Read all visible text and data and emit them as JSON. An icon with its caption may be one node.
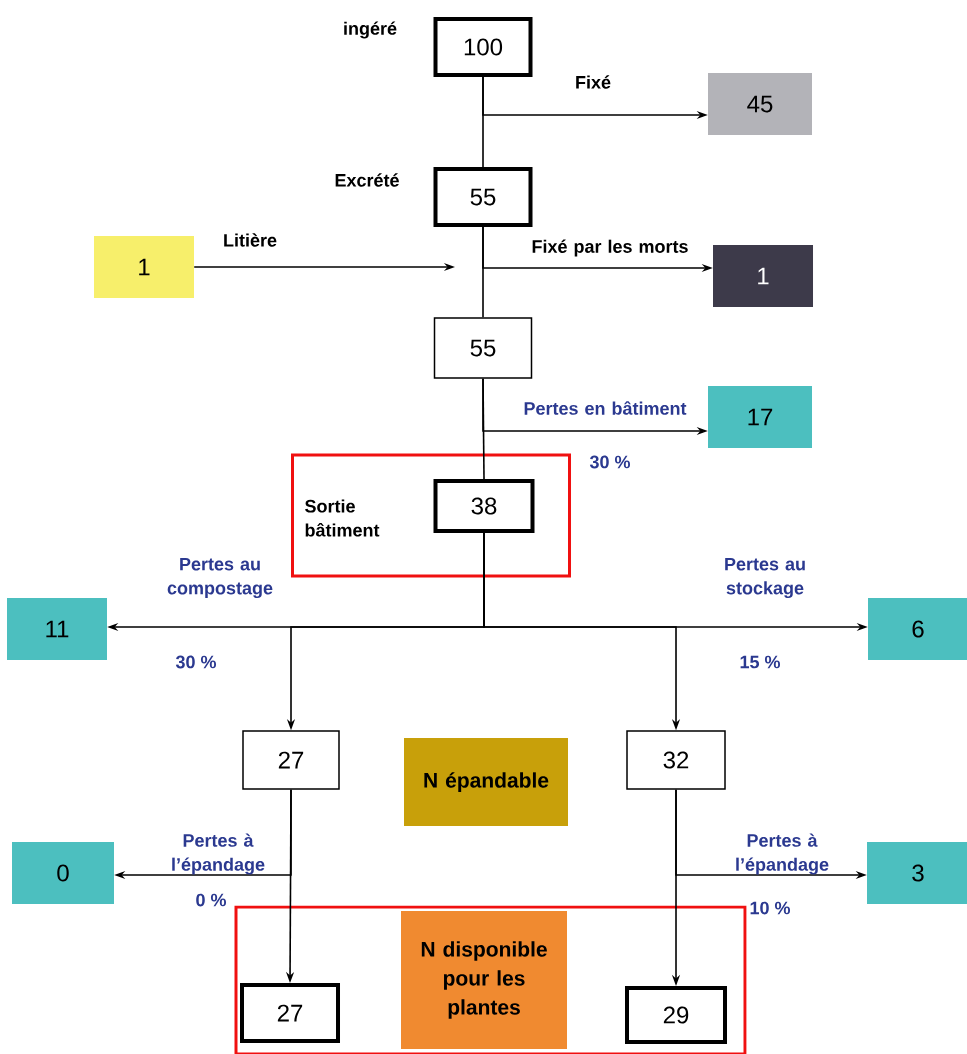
{
  "diagram": {
    "nodes": [
      {
        "text": [
          "100"
        ],
        "beside": [
          "ingéré"
        ]
      },
      {
        "text": [
          "45"
        ]
      },
      {
        "text": [
          "55"
        ],
        "beside": [
          "Excrété"
        ]
      },
      {
        "text": [
          "1"
        ]
      },
      {
        "text": [
          "1"
        ]
      },
      {
        "text": [
          "55"
        ]
      },
      {
        "text": [
          "17"
        ]
      },
      {
        "text": [
          "Sortie bâtiment"
        ]
      },
      {
        "text": [
          "38"
        ],
        "in": 7
      },
      {
        "text": [
          "11"
        ]
      },
      {
        "text": [
          "6"
        ]
      },
      {
        "text": [
          "27"
        ]
      },
      {
        "text": [
          "N épandable"
        ]
      },
      {
        "text": [
          "32"
        ]
      },
      {
        "text": [
          "0"
        ]
      },
      {
        "text": [
          "3"
        ]
      },
      {
        "text": [],
        "shape": "box"
      },
      {
        "text": [
          "27"
        ],
        "in": 16
      },
      {
        "text": [
          "N disponible pour les plantes"
        ],
        "in": 16
      },
      {
        "text": [
          "29"
        ],
        "in": 16
      }
    ],
    "edges": [
      {
        "from": 0,
        "to": 2,
        "arrow": "none"
      },
      {
        "from": 0,
        "to": 1,
        "arrow": "to",
        "label": "Fixé"
      },
      {
        "from": 3,
        "to": null,
        "arrow": "to",
        "label": "Litière"
      },
      {
        "from": 2,
        "to": 5,
        "arrow": "none"
      },
      {
        "from": 2,
        "to": 4,
        "arrow": "to",
        "label": "Fixé par les morts"
      },
      {
        "from": 5,
        "to": 8,
        "arrow": "none"
      },
      {
        "from": 5,
        "to": 6,
        "arrow": "to",
        "label": "Pertes en bâtiment"
      },
      {
        "from": 8,
        "to": 9,
        "arrow": "to",
        "label": "Pertes au compostage"
      },
      {
        "from": 8,
        "to": 10,
        "arrow": "to",
        "label": "Pertes au stockage"
      },
      {
        "from": 8,
        "to": 11,
        "arrow": "to"
      },
      {
        "from": 8,
        "to": 13,
        "arrow": "to"
      },
      {
        "from": 11,
        "to": 14,
        "arrow": "to",
        "label": "Pertes à l’épandage"
      },
      {
        "from": 11,
        "to": 17,
        "arrow": "to"
      },
      {
        "from": 13,
        "to": 15,
        "arrow": "to",
        "label": "Pertes à l’épandage"
      },
      {
        "from": 13,
        "to": 19,
        "arrow": "to"
      }
    ],
    "labels": [
      "30 %",
      "30 %",
      "15 %",
      "0 %",
      "10 %"
    ]
  }
}
